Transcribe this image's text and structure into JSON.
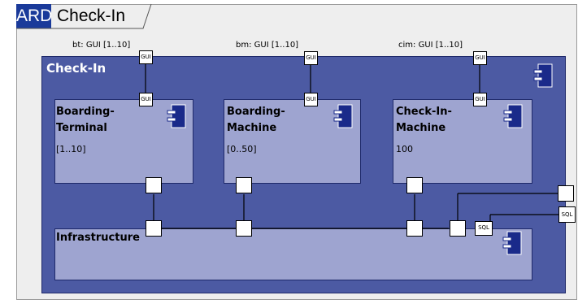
{
  "diagram": {
    "tab_kind": "ARD",
    "tab_title": "Check-In",
    "outer_title": "Check-In",
    "outer_ports": [
      {
        "label": "bt: GUI [1..10]",
        "iface": "GUI"
      },
      {
        "label": "bm: GUI [1..10]",
        "iface": "GUI"
      },
      {
        "label": "cim: GUI [1..10]",
        "iface": "GUI"
      }
    ],
    "parts": [
      {
        "title_line1": "Boarding-",
        "title_line2": "Terminal",
        "multiplicity": "[1..10]",
        "iface": "GUI"
      },
      {
        "title_line1": "Boarding-",
        "title_line2": "Machine",
        "multiplicity": "[0..50]",
        "iface": "GUI"
      },
      {
        "title_line1": "Check-In-",
        "title_line2": "Machine",
        "multiplicity": "100",
        "iface": "GUI"
      }
    ],
    "infrastructure": {
      "title": "Infrastructure",
      "sql_iface": "SQL"
    },
    "right_port_iface": "SQL",
    "icon": "component-icon",
    "colors": {
      "outer": "#4c5aa3",
      "part": "#9ea4d0",
      "tab": "#1a3a9a",
      "icon": "#1a2a8a",
      "frame": "#eeeeee"
    }
  }
}
